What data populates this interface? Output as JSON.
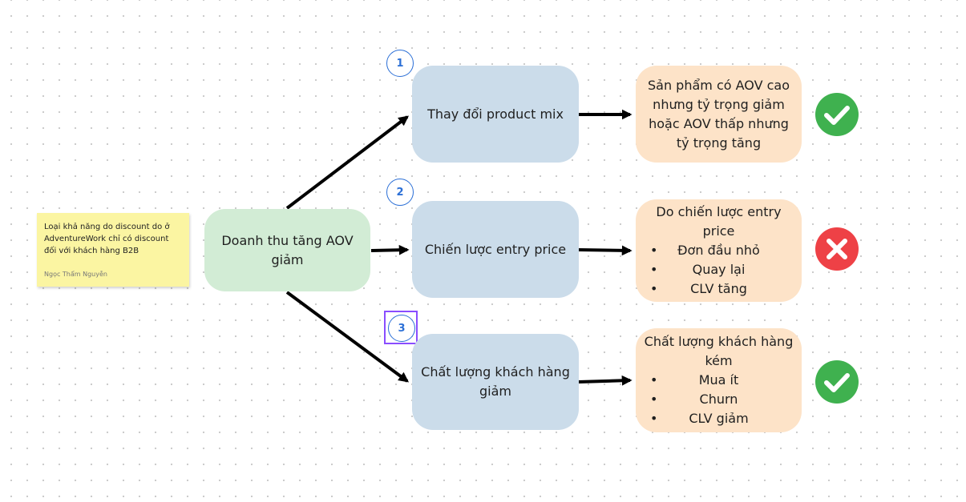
{
  "root": {
    "label": "Doanh thu tăng AOV giảm"
  },
  "note": {
    "text": "Loại khả năng do discount do ở AdventureWork chỉ có discount đối với khách hàng B2B",
    "author": "Ngọc Thẩm Nguyễn"
  },
  "hypotheses": [
    {
      "number": "1",
      "label": "Thay đổi product mix",
      "result": {
        "title": "Sản phẩm có AOV cao nhưng tỷ trọng giảm hoặc AOV thấp nhưng tỷ trọng tăng",
        "bullets": []
      },
      "verdict": "check"
    },
    {
      "number": "2",
      "label": "Chiến lược entry price",
      "result": {
        "title": "Do chiến lược entry price",
        "bullets": [
          "Đơn đầu nhỏ",
          "Quay lại",
          "CLV tăng"
        ]
      },
      "verdict": "cross"
    },
    {
      "number": "3",
      "label": "Chất lượng khách hàng giảm",
      "result": {
        "title": "Chất lượng khách hàng kém",
        "bullets": [
          "Mua ít",
          "Churn",
          "CLV giảm"
        ]
      },
      "verdict": "check"
    }
  ],
  "colors": {
    "root_fill": "#d2ecd5",
    "hypothesis_fill": "#cbdcea",
    "result_fill": "#fde3c8",
    "note_fill": "#fbf5a2",
    "check_fill": "#3fb14f",
    "cross_fill": "#ee4146",
    "number_stroke": "#2b6fd6",
    "selection_stroke": "#8a4dff"
  }
}
